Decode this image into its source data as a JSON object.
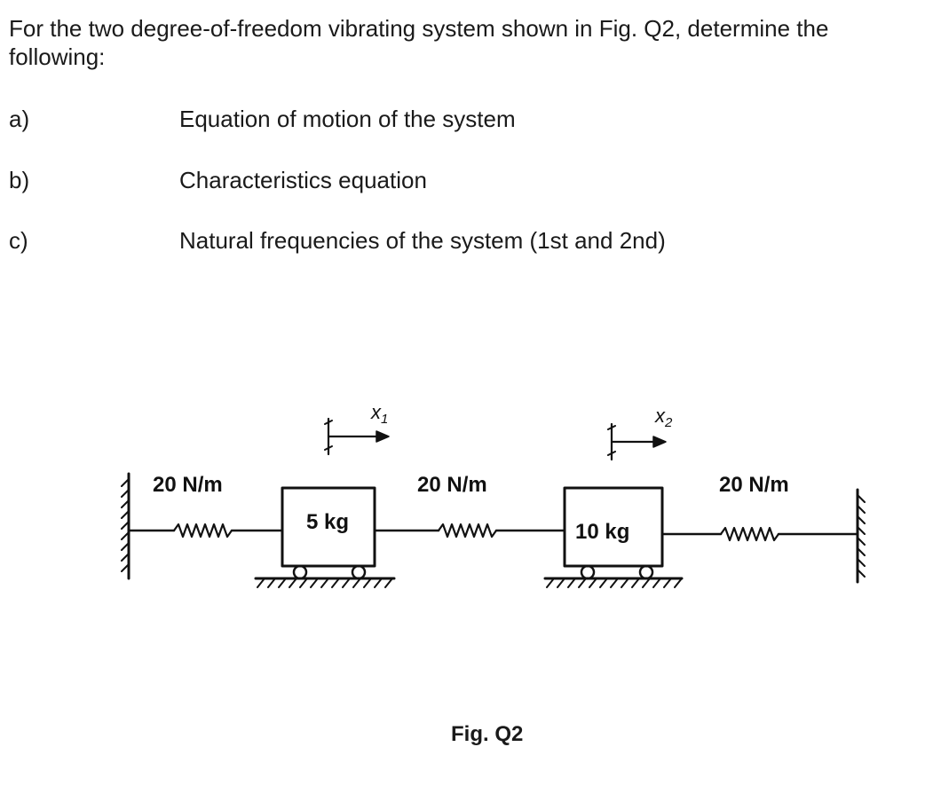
{
  "question": {
    "intro": "For the two degree-of-freedom vibrating system shown in Fig. Q2, determine the following:",
    "items": [
      {
        "letter": "a)",
        "text": "Equation of motion of the system"
      },
      {
        "letter": "b)",
        "text": "Characteristics equation"
      },
      {
        "letter": "c)",
        "text": "Natural frequencies of the system (1st and 2nd)"
      }
    ]
  },
  "figure": {
    "springs": [
      {
        "label": "20 N/m"
      },
      {
        "label": "20 N/m"
      },
      {
        "label": "20 N/m"
      }
    ],
    "masses": [
      {
        "label": "5 kg"
      },
      {
        "label": "10 kg"
      }
    ],
    "displacements": [
      {
        "label": "x",
        "subscript": "1"
      },
      {
        "label": "x",
        "subscript": "2"
      }
    ],
    "caption": "Fig. Q2"
  }
}
